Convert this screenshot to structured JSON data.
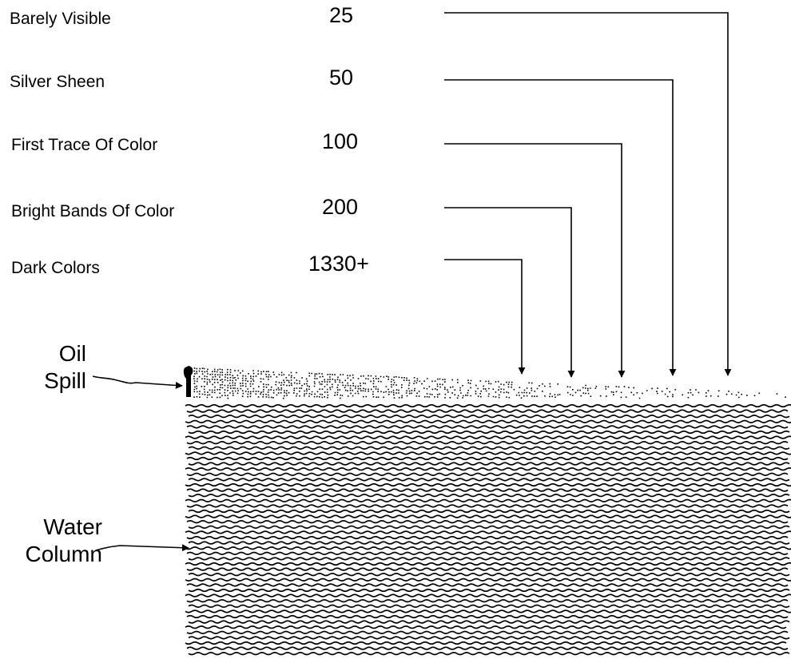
{
  "rows": [
    {
      "label": "Barely Visible",
      "value": "25"
    },
    {
      "label": "Silver Sheen",
      "value": "50"
    },
    {
      "label": "First Trace Of Color",
      "value": "100"
    },
    {
      "label": "Bright Bands Of Color",
      "value": "200"
    },
    {
      "label": "Dark Colors",
      "value": "1330+"
    }
  ],
  "callouts": {
    "oil_line1": "Oil",
    "oil_line2": "Spill",
    "water_line1": "Water",
    "water_line2": "Column"
  },
  "colors": {
    "ink": "#000000",
    "background": "#ffffff"
  }
}
